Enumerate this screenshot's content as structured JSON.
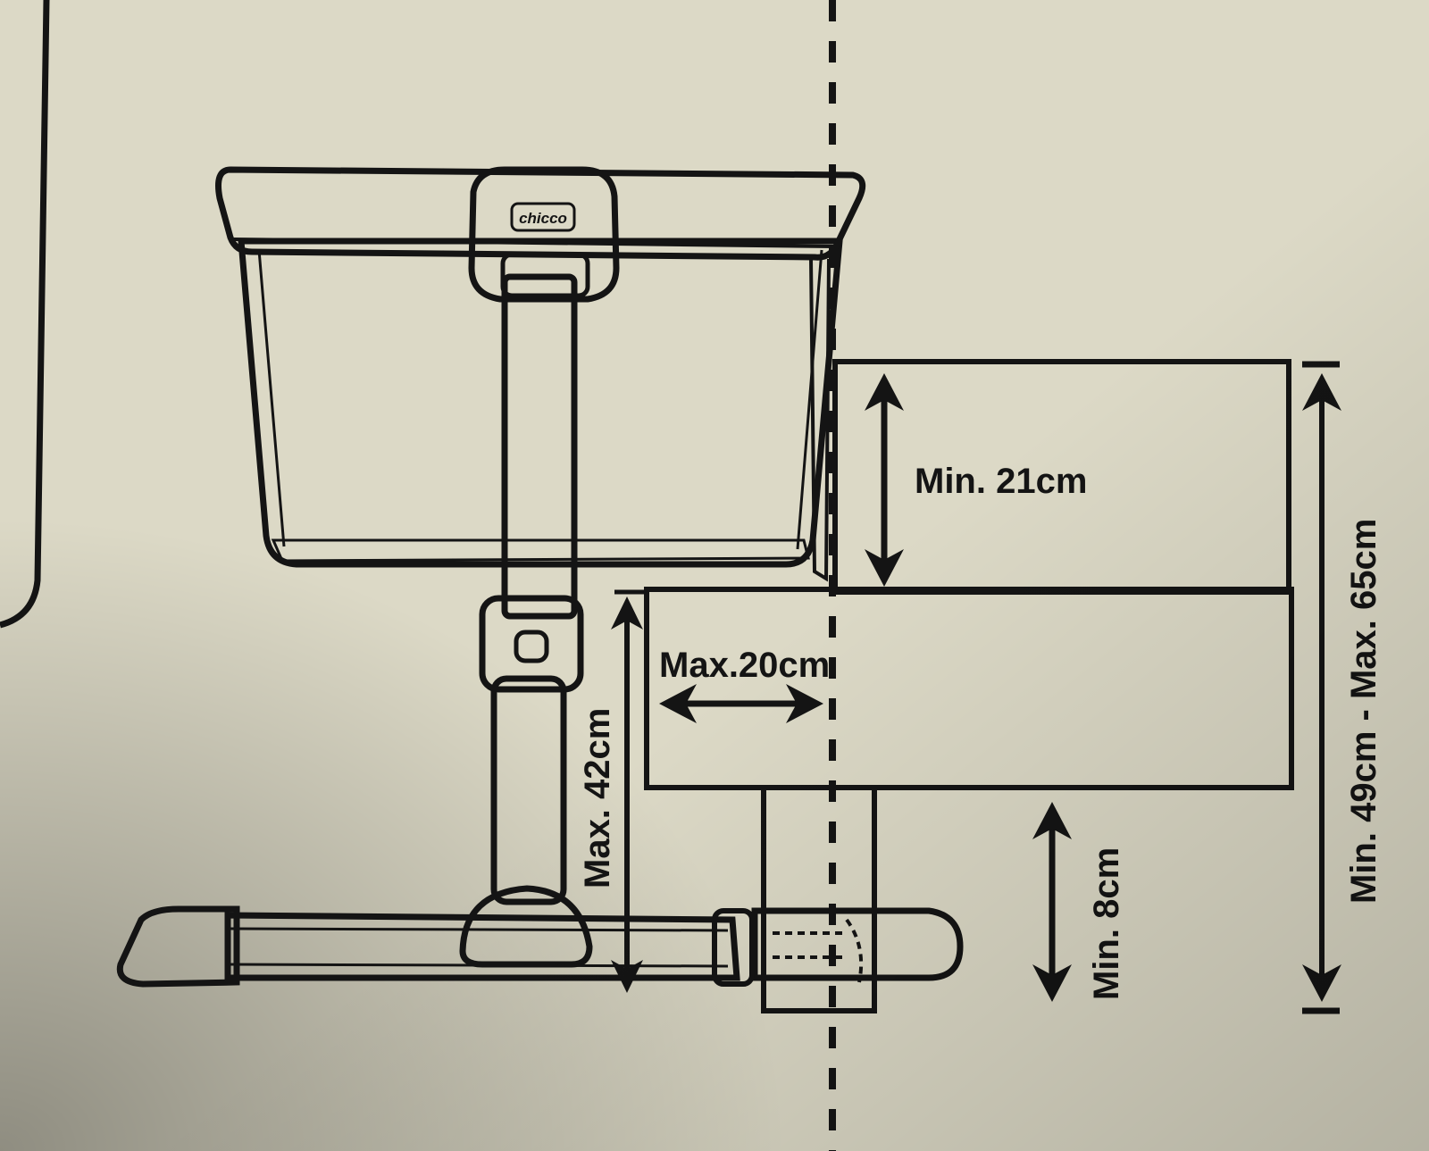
{
  "brand_logo_text": "chicco",
  "labels": {
    "min_21": "Min. 21cm",
    "max_20": "Max.20cm",
    "max_42": "Max. 42cm",
    "min_8": "Min. 8cm",
    "range_49_65": "Min. 49cm - Max. 65cm"
  },
  "colors": {
    "paper": "#dcd9c6",
    "ink": "#141414"
  }
}
